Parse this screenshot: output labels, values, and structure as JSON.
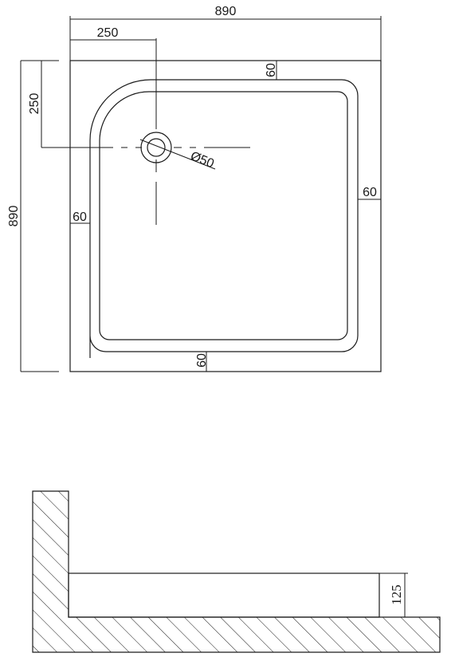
{
  "plan": {
    "overall_width": "890",
    "drain_offset_x": "250",
    "overall_depth": "890",
    "drain_offset_y": "250",
    "rim_top": "60",
    "rim_right": "60",
    "rim_left": "60",
    "rim_bottom": "60",
    "drain_diameter": "Ø50"
  },
  "section": {
    "tray_height": "125"
  }
}
